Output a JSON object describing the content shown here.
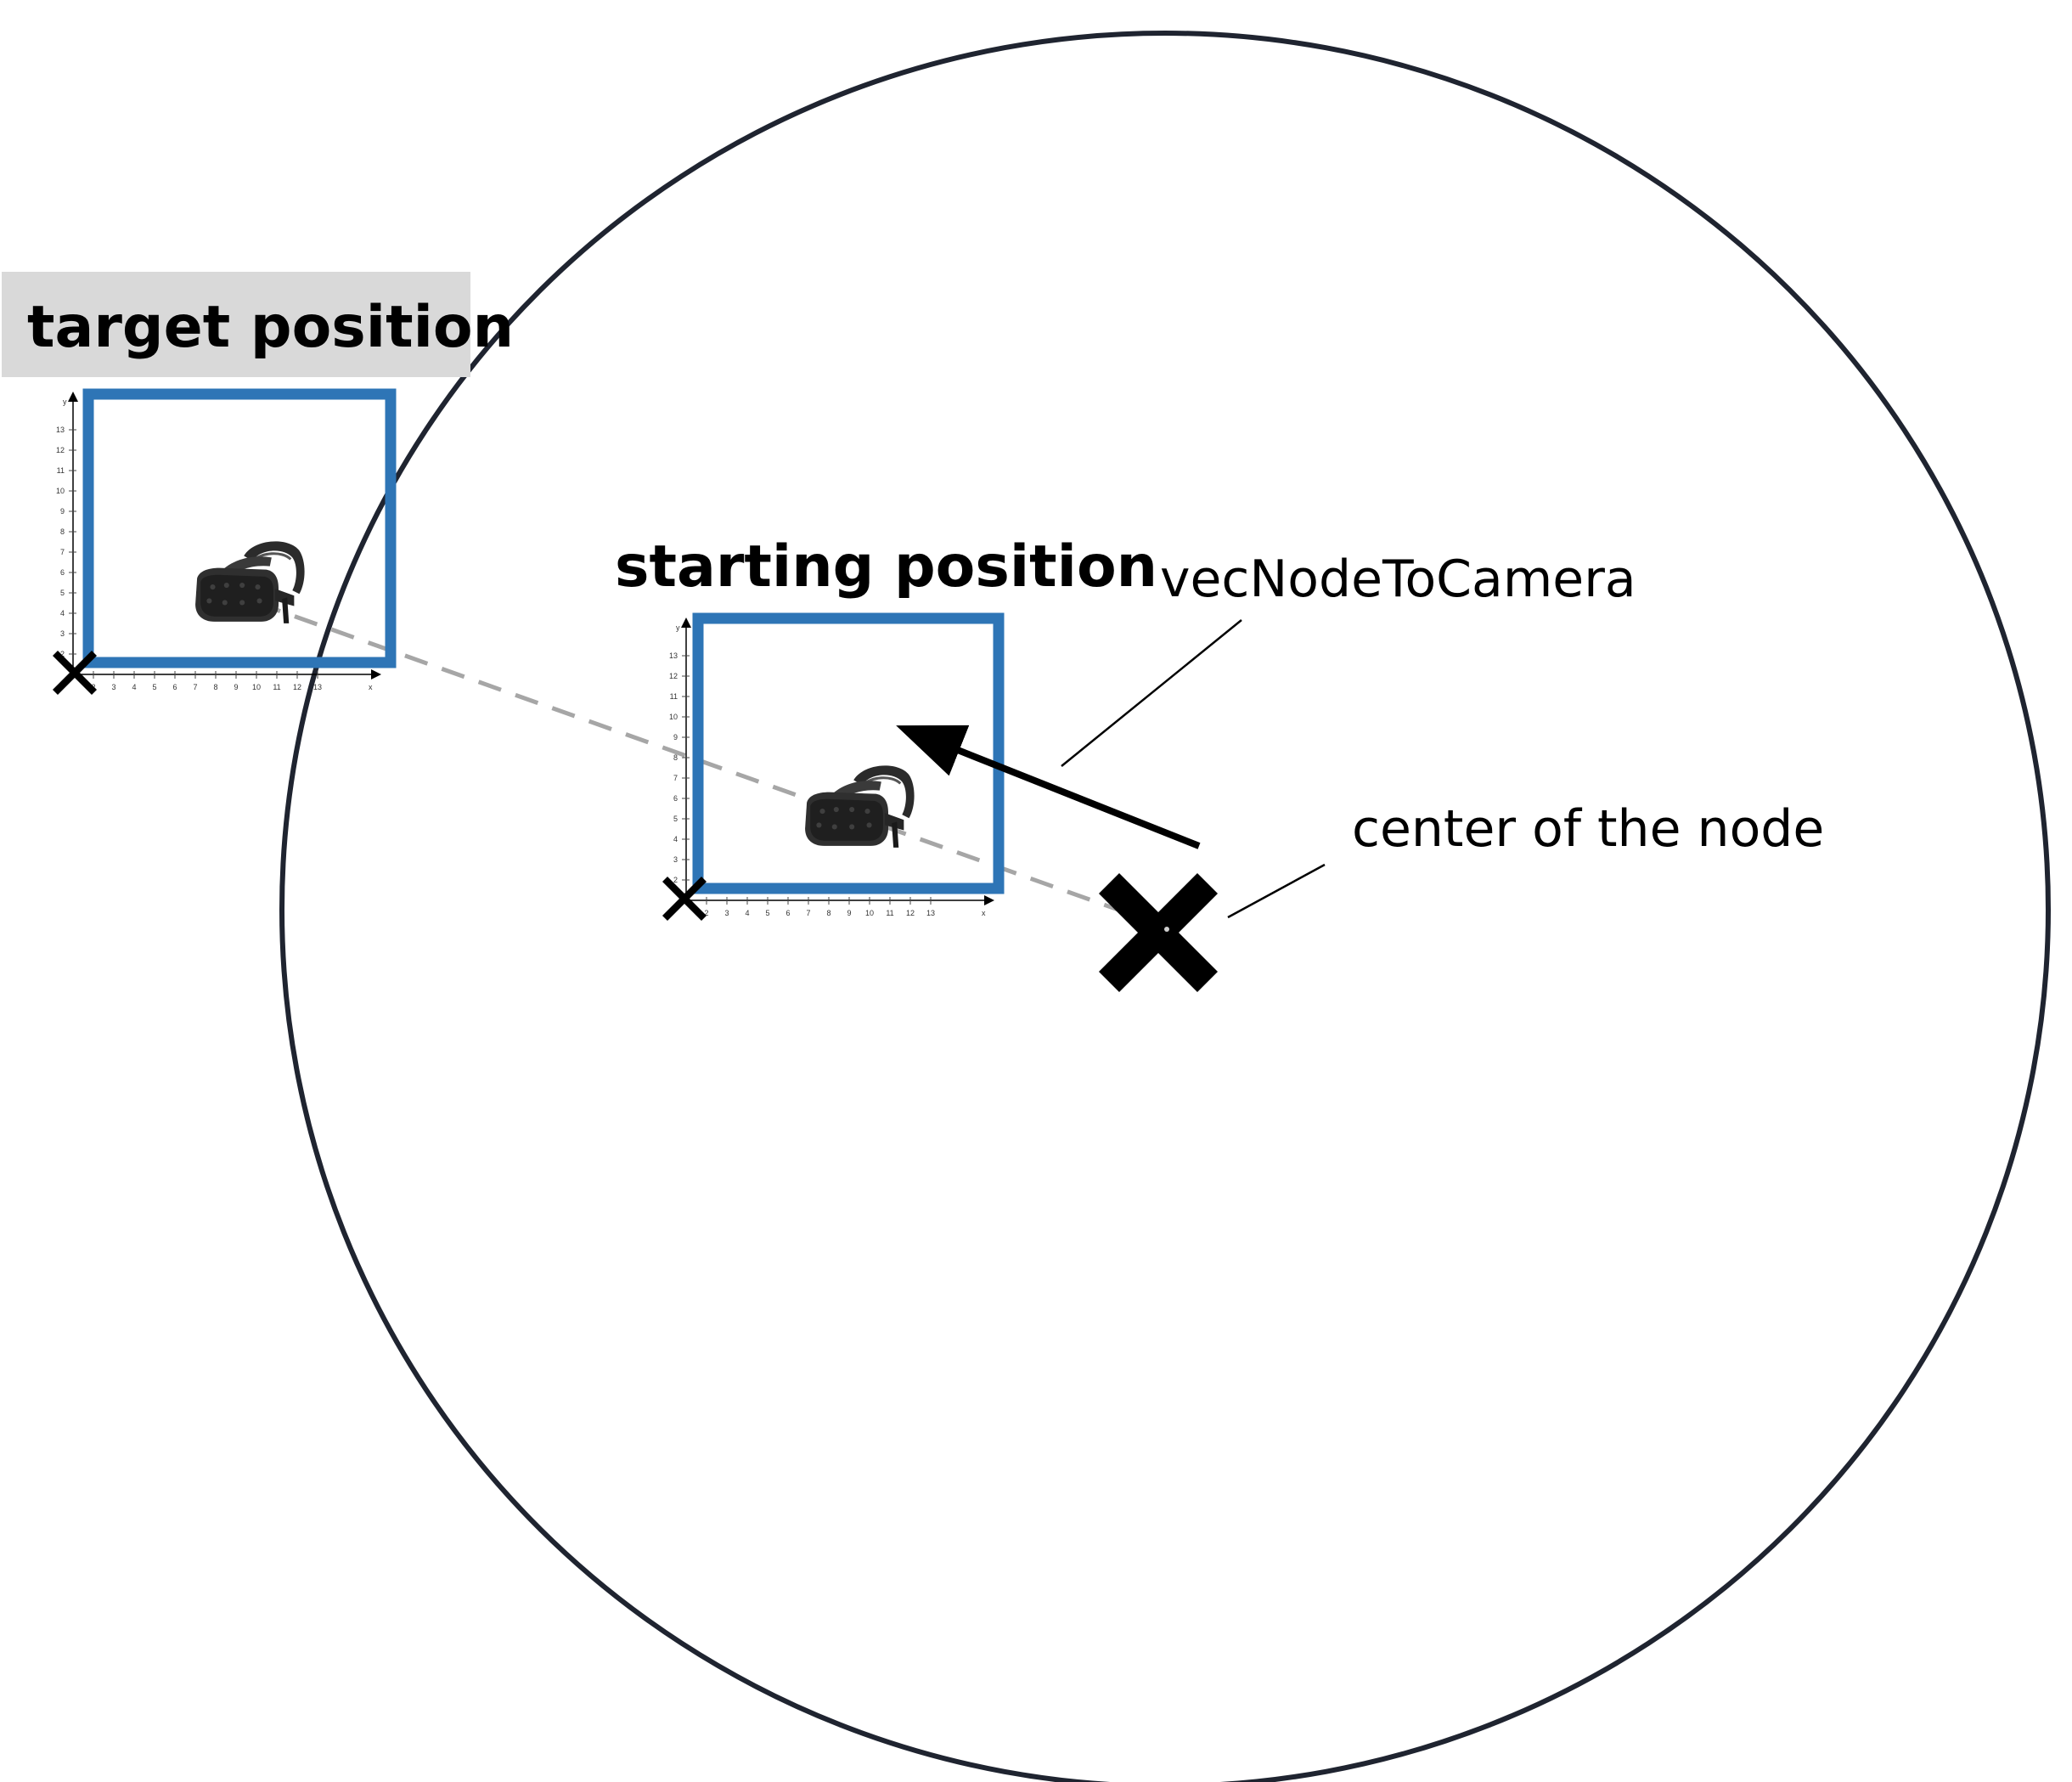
{
  "labels": {
    "target_position": "target position",
    "starting_position": "starting position",
    "vector_label": "vecNodeToCamera",
    "center_label": "center of the node"
  },
  "colors": {
    "frame_blue": "#2E75B6",
    "circle_stroke": "#1F2430",
    "dashed_line": "#A6A6A6",
    "label_box_bg": "#D9D9D9",
    "marker": "#000000"
  },
  "icons": {
    "headset": "vr-headset-icon",
    "origin_marker": "x-mark-icon",
    "node_center": "x-mark-icon"
  },
  "grid_ticks": {
    "y": [
      "2",
      "3",
      "4",
      "5",
      "6",
      "7",
      "8",
      "9",
      "10",
      "11",
      "12",
      "13"
    ],
    "x": [
      "2",
      "3",
      "4",
      "5",
      "6",
      "7",
      "8",
      "9",
      "10",
      "11",
      "12",
      "13"
    ],
    "y_axis_name": "y",
    "x_axis_name": "x"
  }
}
